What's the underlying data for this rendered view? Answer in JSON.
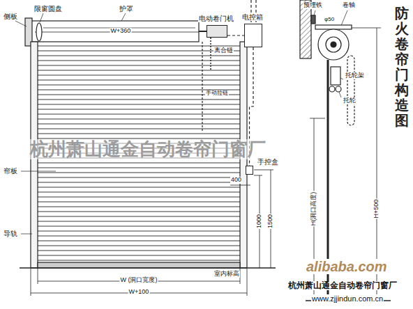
{
  "diagram": {
    "title": "防火卷帘门构造图",
    "nodes": [
      {
        "text": [
          "电动卷门机"
        ]
      },
      {
        "text": [
          "电控箱"
        ]
      },
      {
        "text": [
          "手控盒"
        ]
      }
    ],
    "edges": [
      {
        "from": 0,
        "to": 1,
        "arrow": "none"
      },
      {
        "from": 1,
        "to": 2,
        "arrow": "none"
      }
    ],
    "labels": [
      "侧板",
      "限窗圆盘",
      "护罩",
      "W+360",
      "离合链",
      "手动拉链",
      "400",
      "1000",
      "1500",
      "帘板",
      "导轨",
      "室内标高",
      "W (洞口宽度)",
      "W+100",
      "预埋铁",
      "卷轴",
      "φ50",
      "托轮架",
      "托轮",
      "H(洞口高度)",
      "H+500",
      "杭州萧山通金自动卷帘门窗厂",
      "alibaba.com",
      "杭州萧山通金自动卷帘门窗厂",
      "www.zjjindun.com.cn"
    ]
  }
}
